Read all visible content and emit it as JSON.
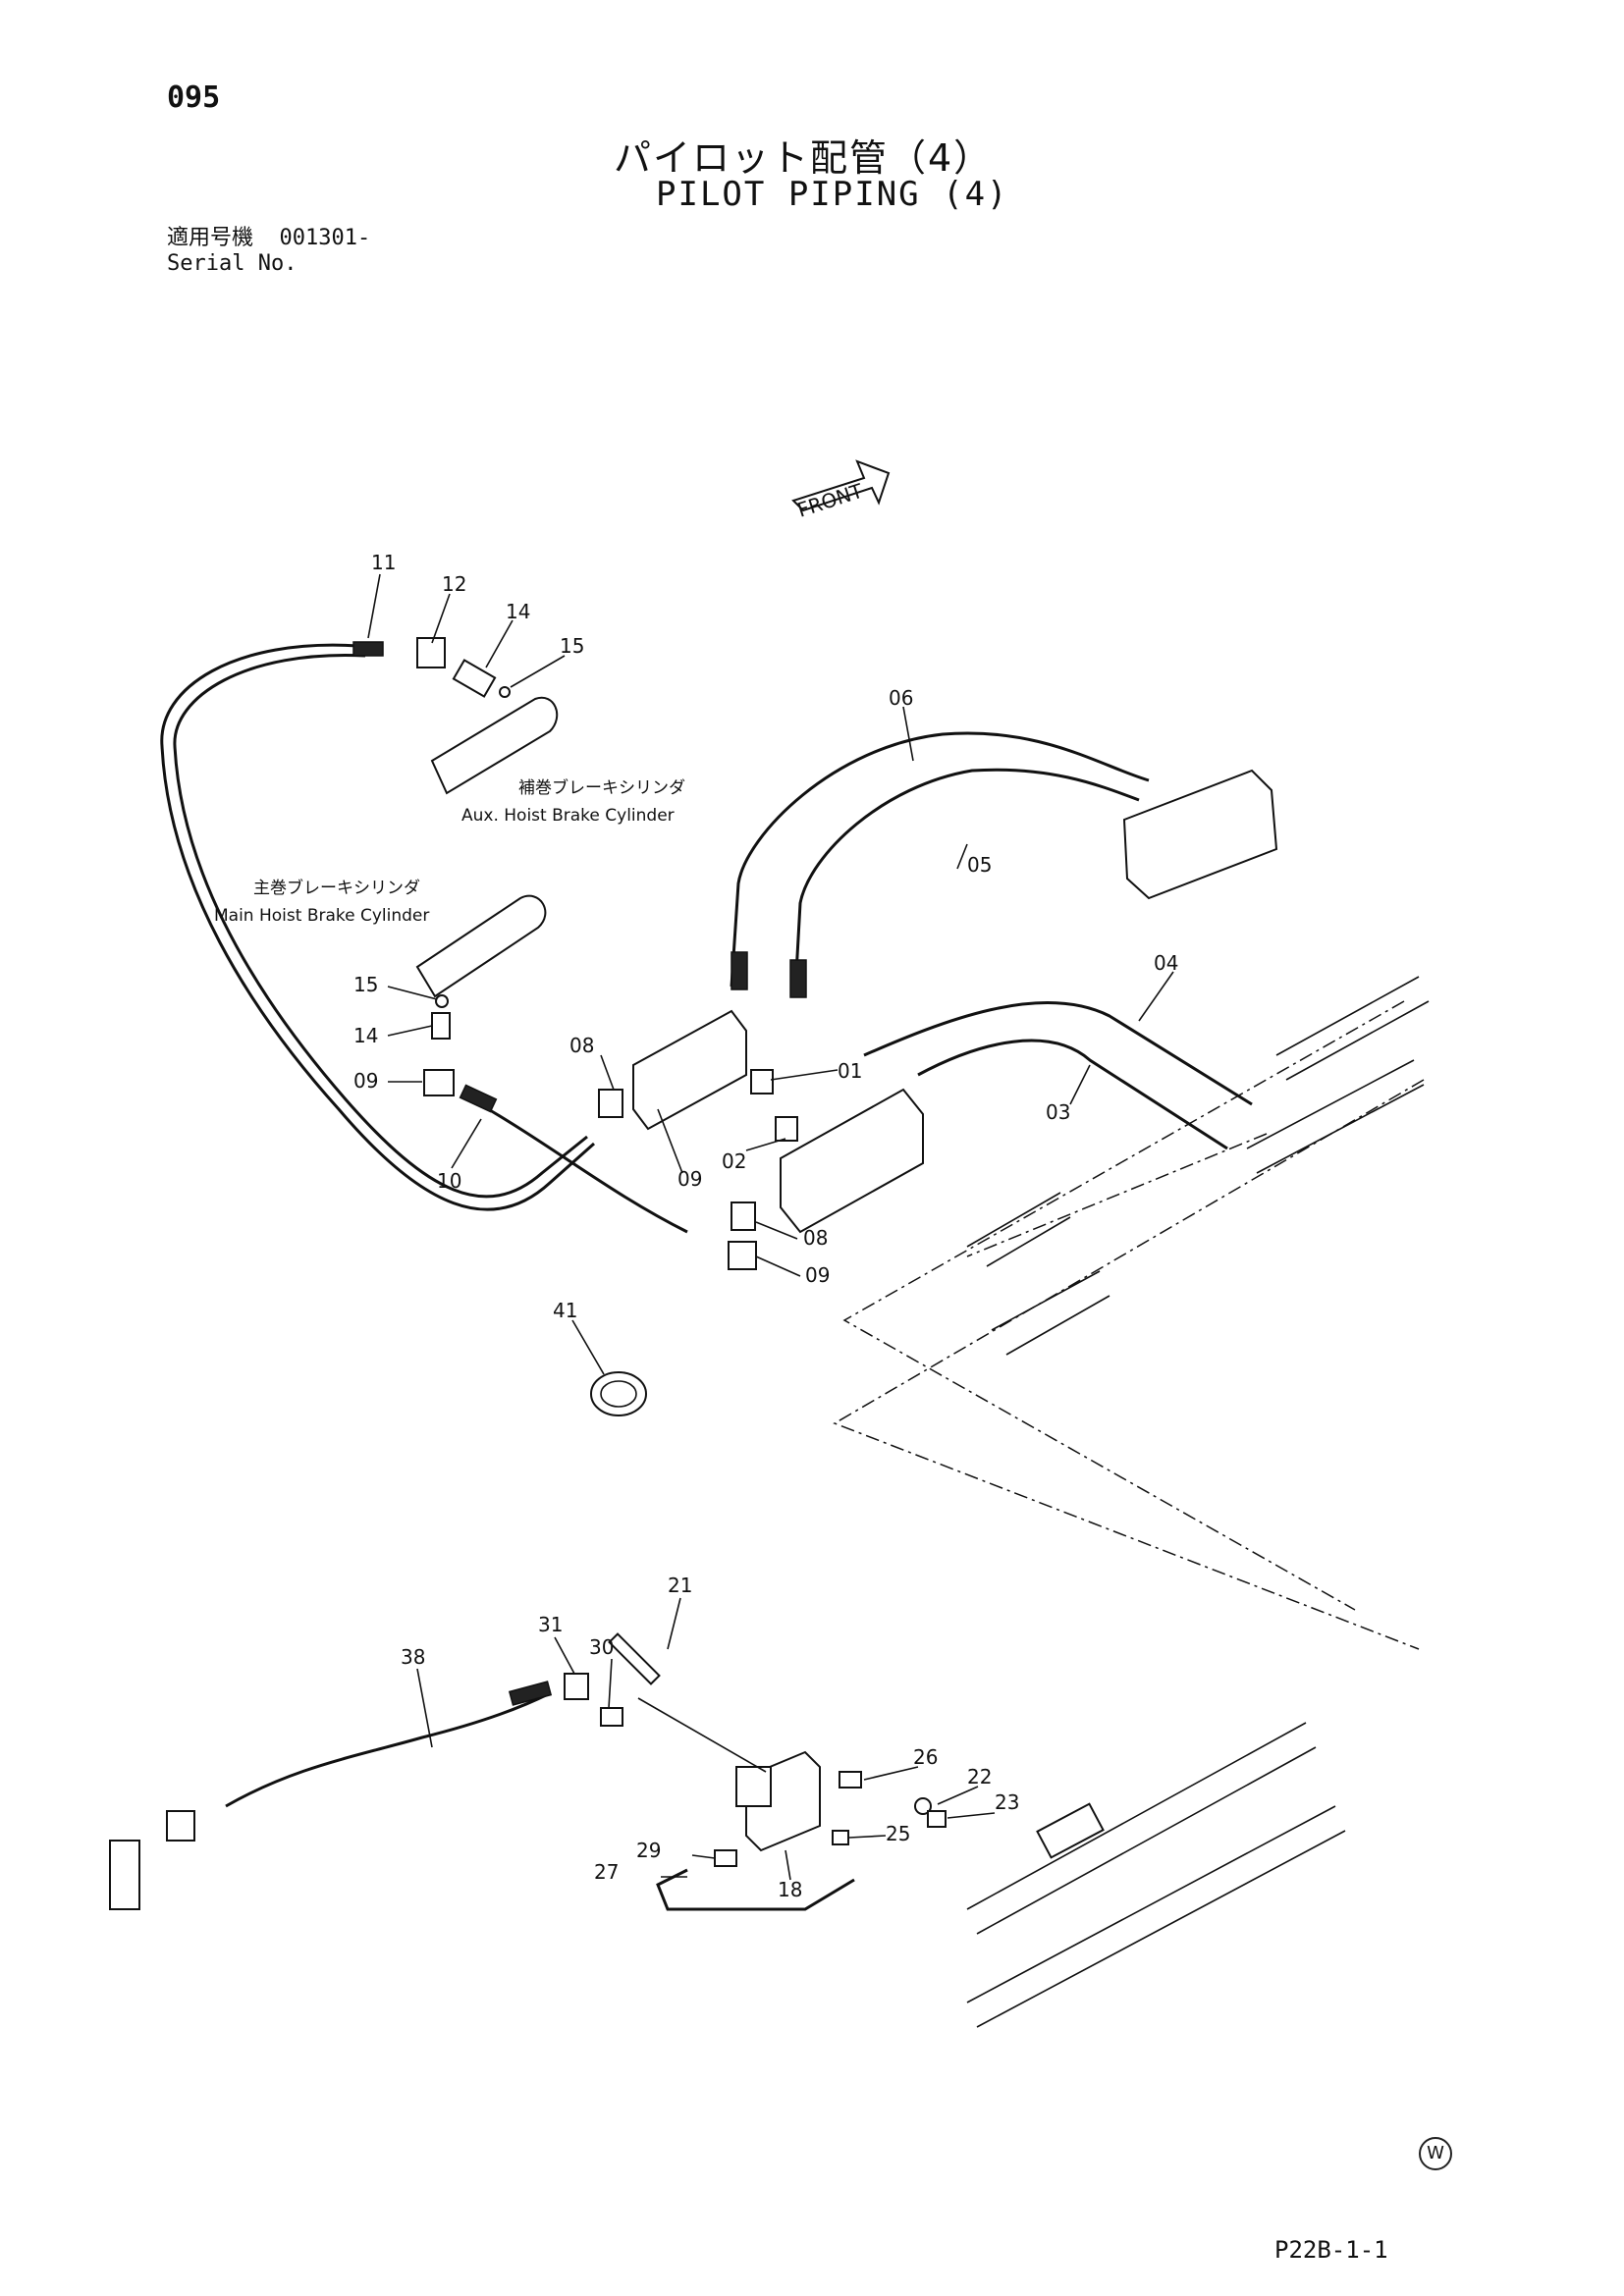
{
  "header": {
    "page_number": "095",
    "title_jp": "パイロット配管（4）",
    "title_en": "PILOT PIPING (4)",
    "serial_label_jp": "適用号機",
    "serial_value": "001301-",
    "serial_label_en": "Serial No."
  },
  "diagram": {
    "front_label": "FRONT",
    "notes": {
      "aux_jp": "補巻ブレーキシリンダ",
      "aux_en": "Aux. Hoist Brake Cylinder",
      "main_jp": "主巻ブレーキシリンダ",
      "main_en": "Main Hoist Brake Cylinder"
    },
    "callouts": [
      "11",
      "12",
      "14",
      "15",
      "06",
      "05",
      "04",
      "03",
      "01",
      "02",
      "08",
      "09",
      "10",
      "15",
      "14",
      "09",
      "08",
      "09",
      "41",
      "21",
      "31",
      "30",
      "38",
      "26",
      "22",
      "23",
      "25",
      "29",
      "27",
      "18"
    ]
  },
  "footer": {
    "watermark": "W",
    "reference": "P22B-1-1"
  }
}
